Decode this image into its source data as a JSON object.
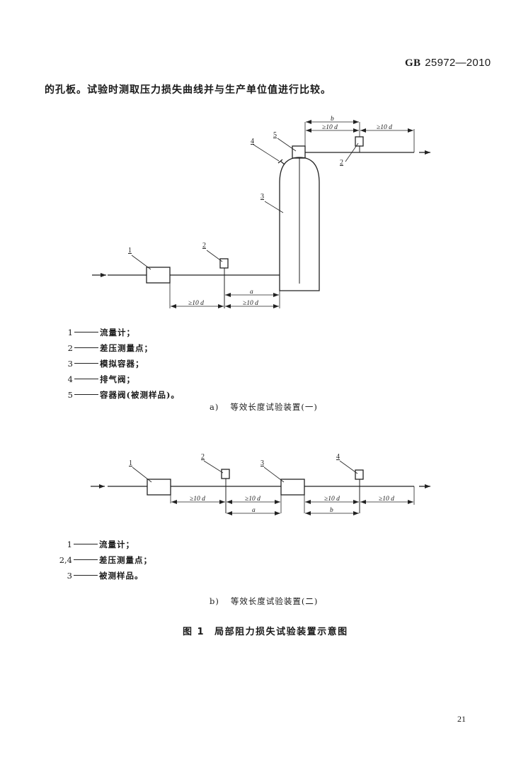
{
  "header": {
    "standard_prefix": "GB",
    "standard_number": "25972—2010"
  },
  "paragraph": "的孔板。试验时测取压力损失曲线并与生产单位值进行比较。",
  "figure_a": {
    "labels": [
      "1",
      "2",
      "3",
      "4",
      "5",
      "2"
    ],
    "dims": {
      "ge10d": "≥10 d",
      "a": "a",
      "b": "b"
    },
    "legend": [
      {
        "num": "1",
        "text": "流量计；"
      },
      {
        "num": "2",
        "text": "差压测量点；"
      },
      {
        "num": "3",
        "text": "模拟容器；"
      },
      {
        "num": "4",
        "text": "排气阀；"
      },
      {
        "num": "5",
        "text": "容器阀(被测样品)。"
      }
    ],
    "caption_tag": "a)",
    "caption": "等效长度试验装置(一)"
  },
  "figure_b": {
    "labels": [
      "1",
      "2",
      "3",
      "4"
    ],
    "dims": {
      "ge10d": "≥10 d",
      "a": "a",
      "b": "b"
    },
    "legend": [
      {
        "num": "1",
        "text": "流量计；"
      },
      {
        "num": "2,4",
        "text": "差压测量点；"
      },
      {
        "num": "3",
        "text": "被测样品。"
      }
    ],
    "caption_tag": "b)",
    "caption": "等效长度试验装置(二)"
  },
  "figure_title": {
    "number": "图 1",
    "text": "局部阻力损失试验装置示意图"
  },
  "page_number": "21"
}
